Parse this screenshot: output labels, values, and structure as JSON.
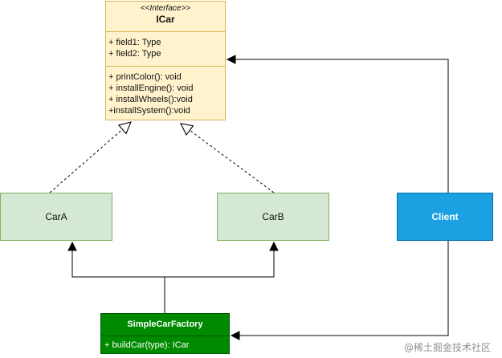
{
  "diagram": {
    "interface": {
      "stereotype": "<<Interface>>",
      "name": "ICar",
      "fields": [
        "+ field1: Type",
        "+ field2: Type"
      ],
      "methods": [
        "+ printColor(): void",
        "+ installEngine(): void",
        "+ installWheels():void",
        "+installSystem():void"
      ]
    },
    "classes": {
      "car_a": "CarA",
      "car_b": "CarB",
      "client": "Client"
    },
    "factory": {
      "name": "SimpleCarFactory",
      "method": "+ buildCar(type): ICar"
    }
  },
  "watermark": "@稀土掘金技术社区",
  "colors": {
    "interface_fill": "#fff2cc",
    "interface_border": "#d6b656",
    "class_fill": "#d5e8d4",
    "class_border": "#82b366",
    "client_fill": "#1ba1e2",
    "client_border": "#006eaf",
    "factory_fill": "#008a00",
    "factory_border": "#005700",
    "line": "#000000"
  }
}
